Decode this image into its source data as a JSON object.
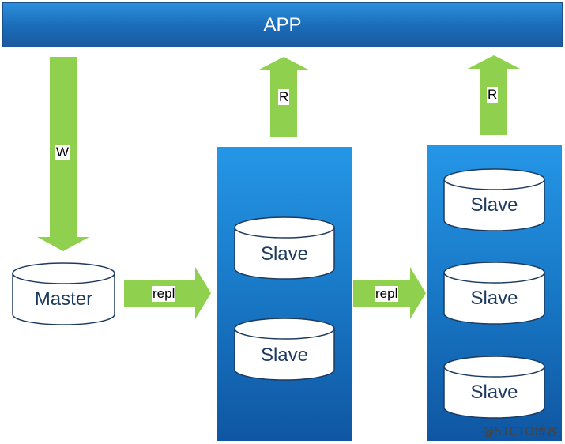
{
  "app": {
    "label": "APP"
  },
  "arrows": {
    "write_label": "W",
    "read_label_1": "R",
    "read_label_2": "R",
    "repl_label_1": "repl",
    "repl_label_2": "repl"
  },
  "master": {
    "label": "Master"
  },
  "slave_group_1": {
    "slaves": [
      "Slave",
      "Slave"
    ]
  },
  "slave_group_2": {
    "slaves": [
      "Slave",
      "Slave",
      "Slave"
    ]
  },
  "colors": {
    "arrow_green": "#8fd14f",
    "panel_blue": "#1878c6",
    "db_outline": "#1d3a5f"
  },
  "watermark": "@51CTO博客"
}
